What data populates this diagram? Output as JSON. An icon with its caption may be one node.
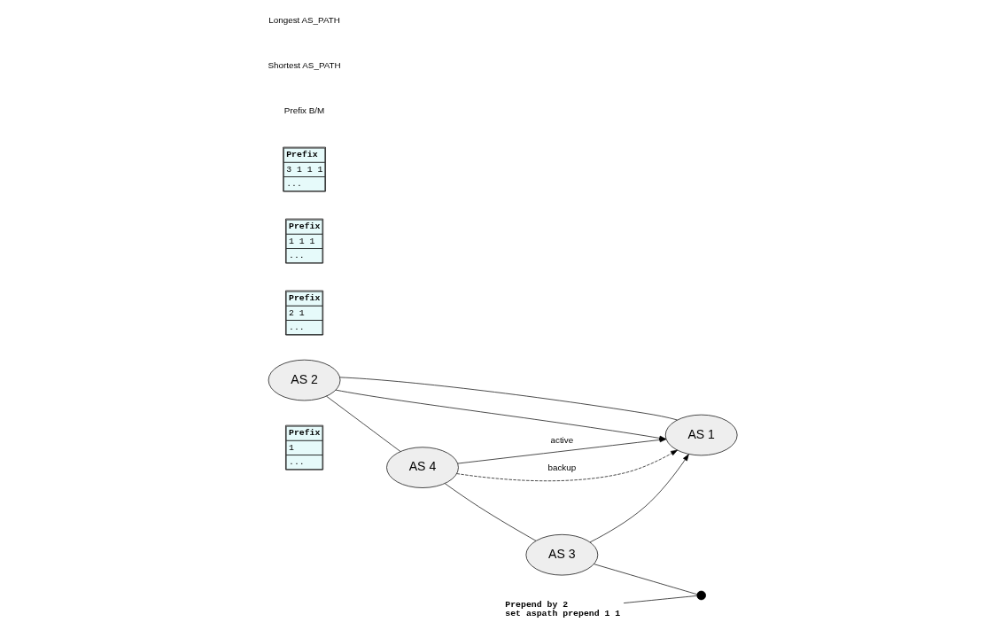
{
  "diagram": {
    "nodes": [
      {
        "text": [
          "Prefix",
          "1",
          "..."
        ]
      },
      {
        "text": [
          "AS 2"
        ]
      },
      {
        "text": [
          "Prefix",
          "2 1",
          "..."
        ]
      },
      {
        "text": [
          "AS 1"
        ]
      },
      {
        "text": [
          "AS 4"
        ]
      },
      {
        "text": [],
        "shape": "circle"
      },
      {
        "text": [
          "Prefix",
          "1 1 1",
          "..."
        ]
      },
      {
        "text": [
          "AS 3"
        ]
      },
      {
        "text": [
          "Prefix",
          "3 1 1 1",
          "..."
        ]
      },
      {
        "text": [
          "Prepend by 2",
          "set aspath prepend 1 1"
        ]
      }
    ],
    "edges": [
      {
        "from": 3,
        "to": 1,
        "arrow": "none"
      },
      {
        "from": 1,
        "to": 3,
        "arrow": "to"
      },
      {
        "from": 1,
        "to": 4,
        "arrow": "none"
      },
      {
        "from": 4,
        "to": 3,
        "arrow": "to",
        "label": "active"
      },
      {
        "from": 4,
        "to": 3,
        "arrow": "to",
        "label": "backup",
        "style": "dashed"
      },
      {
        "from": 7,
        "to": 5,
        "arrow": "none"
      },
      {
        "from": 7,
        "to": 3,
        "arrow": "to"
      },
      {
        "from": 4,
        "to": 7,
        "arrow": "none"
      },
      {
        "from": 9,
        "to": 5,
        "arrow": "none"
      }
    ],
    "labels": [
      "Prefix B/M",
      "Shortest AS_PATH",
      "Longest AS_PATH"
    ]
  }
}
